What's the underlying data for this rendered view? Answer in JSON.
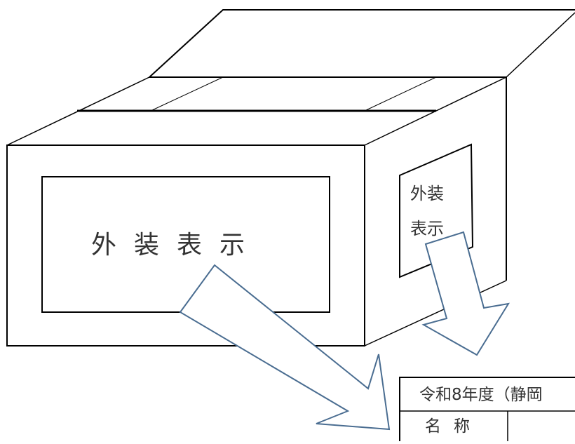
{
  "labels": {
    "front": "外装表示",
    "side_line_1": "外装",
    "side_line_2": "表示"
  },
  "table": {
    "header_text": "令和8年度（静岡",
    "name_label": "名称"
  },
  "colors": {
    "outline": "#000000",
    "arrow": "#4a6d91",
    "text": "#333333"
  }
}
